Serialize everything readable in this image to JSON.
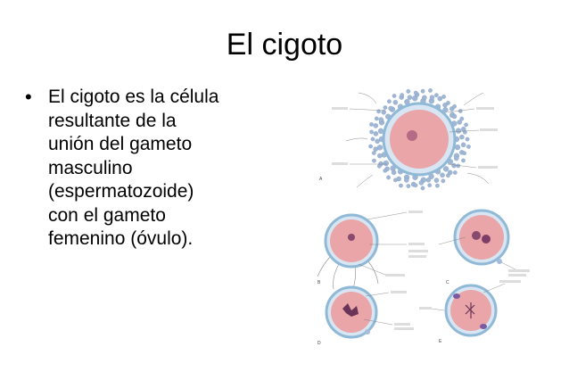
{
  "slide": {
    "title": "El cigoto",
    "bullets": [
      {
        "text": "El cigoto es la célula\nresultante de la\nunión del gameto\nmasculino\n(espermatozoide)\ncon el gameto\nfemenino (óvulo)."
      }
    ],
    "bullet_icon": "bullet-dot"
  },
  "figure": {
    "panel_labels": [
      "A",
      "B",
      "C",
      "D",
      "E"
    ],
    "colors": {
      "membrane": "#8fb9d6",
      "cytoplasm": "#e9a5a8",
      "corona_cell": "#9fb6d4",
      "nucleus": "#8a4a70",
      "line": "#777777"
    }
  }
}
